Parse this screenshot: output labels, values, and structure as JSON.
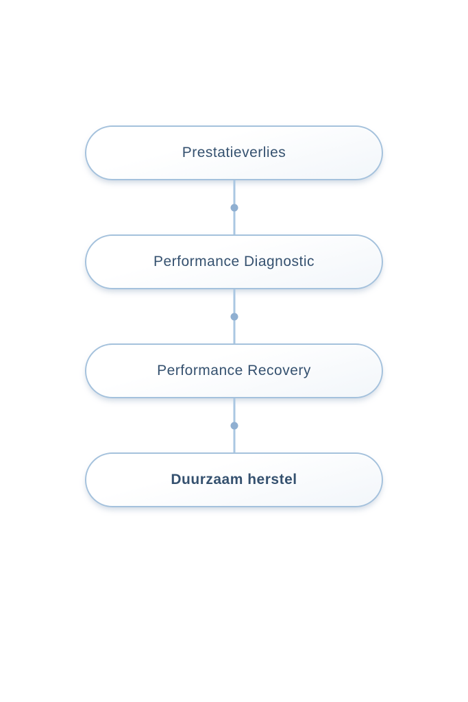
{
  "page": {
    "background": "#ffffff"
  },
  "flowchart": {
    "nodes": [
      {
        "label": "Prestatieverlies",
        "bold": false
      },
      {
        "label": "Performance Diagnostic",
        "bold": false
      },
      {
        "label": "Performance Recovery",
        "bold": false
      },
      {
        "label": "Duurzaam herstel",
        "bold": true
      }
    ],
    "colors": {
      "node_border": "#a4c1dc",
      "node_fill_top": "#ffffff",
      "node_fill_bottom": "#f2f6fa",
      "text": "#35516f",
      "connector_line": "#aac7e2",
      "connector_dot": "#8fafd1"
    }
  }
}
